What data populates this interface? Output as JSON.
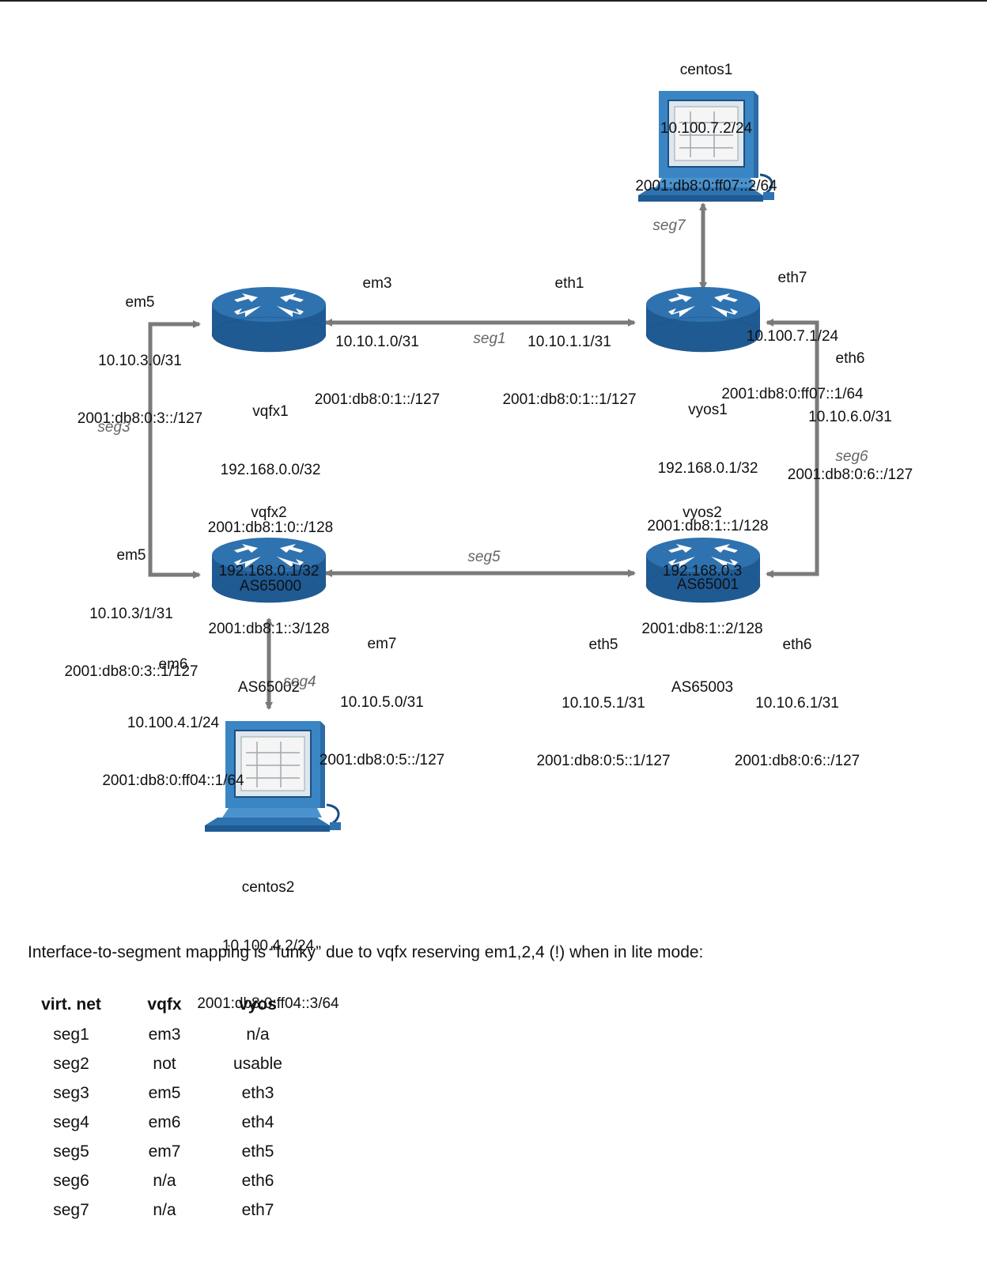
{
  "nodes": {
    "centos1": {
      "name": "centos1",
      "ipv4": "10.100.7.2/24",
      "ipv6": "2001:db8:0:ff07::2/64"
    },
    "centos2": {
      "name": "centos2",
      "ipv4": "10.100.4.2/24",
      "ipv6": "2001:db8:0:ff04::3/64"
    },
    "vqfx1": {
      "name": "vqfx1",
      "loopback4": "192.168.0.0/32",
      "loopback6": "2001:db8:1:0::/128",
      "asn": "AS65000"
    },
    "vyos1": {
      "name": "vyos1",
      "loopback4": "192.168.0.1/32",
      "loopback6": "2001:db8:1::1/128",
      "asn": "AS65001"
    },
    "vqfx2": {
      "name": "vqfx2",
      "loopback4": "192.168.0.1/32",
      "loopback6": "2001:db8:1::3/128",
      "asn": "AS65002"
    },
    "vyos2": {
      "name": "vyos2",
      "loopback4": "192.168.0.3",
      "loopback6": "2001:db8:1::2/128",
      "asn": "AS65003"
    }
  },
  "interfaces": {
    "vqfx1_em5": {
      "name": "em5",
      "ipv4": "10.10.3.0/31",
      "ipv6": "2001:db8:0:3::/127"
    },
    "vqfx1_em3": {
      "name": "em3",
      "ipv4": "10.10.1.0/31",
      "ipv6": "2001:db8:0:1::/127"
    },
    "vyos1_eth1": {
      "name": "eth1",
      "ipv4": "10.10.1.1/31",
      "ipv6": "2001:db8:0:1::1/127"
    },
    "vyos1_eth7": {
      "name": "eth7",
      "ipv4": "10.100.7.1/24",
      "ipv6": "2001:db8:0:ff07::1/64"
    },
    "vyos1_eth6": {
      "name": "eth6",
      "ipv4": "10.10.6.0/31",
      "ipv6": "2001:db8:0:6::/127"
    },
    "vqfx2_em5": {
      "name": "em5",
      "ipv4": "10.10.3/1/31",
      "ipv6": "2001:db8:0:3::1/127"
    },
    "vqfx2_em7": {
      "name": "em7",
      "ipv4": "10.10.5.0/31",
      "ipv6": "2001:db8:0:5::/127"
    },
    "vqfx2_em6": {
      "name": "em6",
      "ipv4": "10.100.4.1/24",
      "ipv6": "2001:db8:0:ff04::1/64"
    },
    "vyos2_eth5": {
      "name": "eth5",
      "ipv4": "10.10.5.1/31",
      "ipv6": "2001:db8:0:5::1/127"
    },
    "vyos2_eth6": {
      "name": "eth6",
      "ipv4": "10.10.6.1/31",
      "ipv6": "2001:db8:0:6::/127"
    }
  },
  "segments": {
    "seg1": "seg1",
    "seg3": "seg3",
    "seg4": "seg4",
    "seg5": "seg5",
    "seg6": "seg6",
    "seg7": "seg7"
  },
  "colors": {
    "router_top": "#2a6aa6",
    "router_side": "#1f5a93",
    "link": "#7a7a7a",
    "seg_label": "#666666"
  },
  "icons": {
    "router": "router-icon",
    "host": "computer-icon"
  },
  "caption": "Interface-to-segment mapping is “funky” due to vqfx reserving em1,2,4 (!) when in lite mode:",
  "table": {
    "headers": [
      "virt. net",
      "vqfx",
      "vyos"
    ],
    "rows": [
      [
        "seg1",
        "em3",
        "n/a"
      ],
      [
        "seg2",
        "not",
        "usable"
      ],
      [
        "seg3",
        "em5",
        "eth3"
      ],
      [
        "seg4",
        "em6",
        "eth4"
      ],
      [
        "seg5",
        "em7",
        "eth5"
      ],
      [
        "seg6",
        "n/a",
        "eth6"
      ],
      [
        "seg7",
        "n/a",
        "eth7"
      ]
    ]
  }
}
